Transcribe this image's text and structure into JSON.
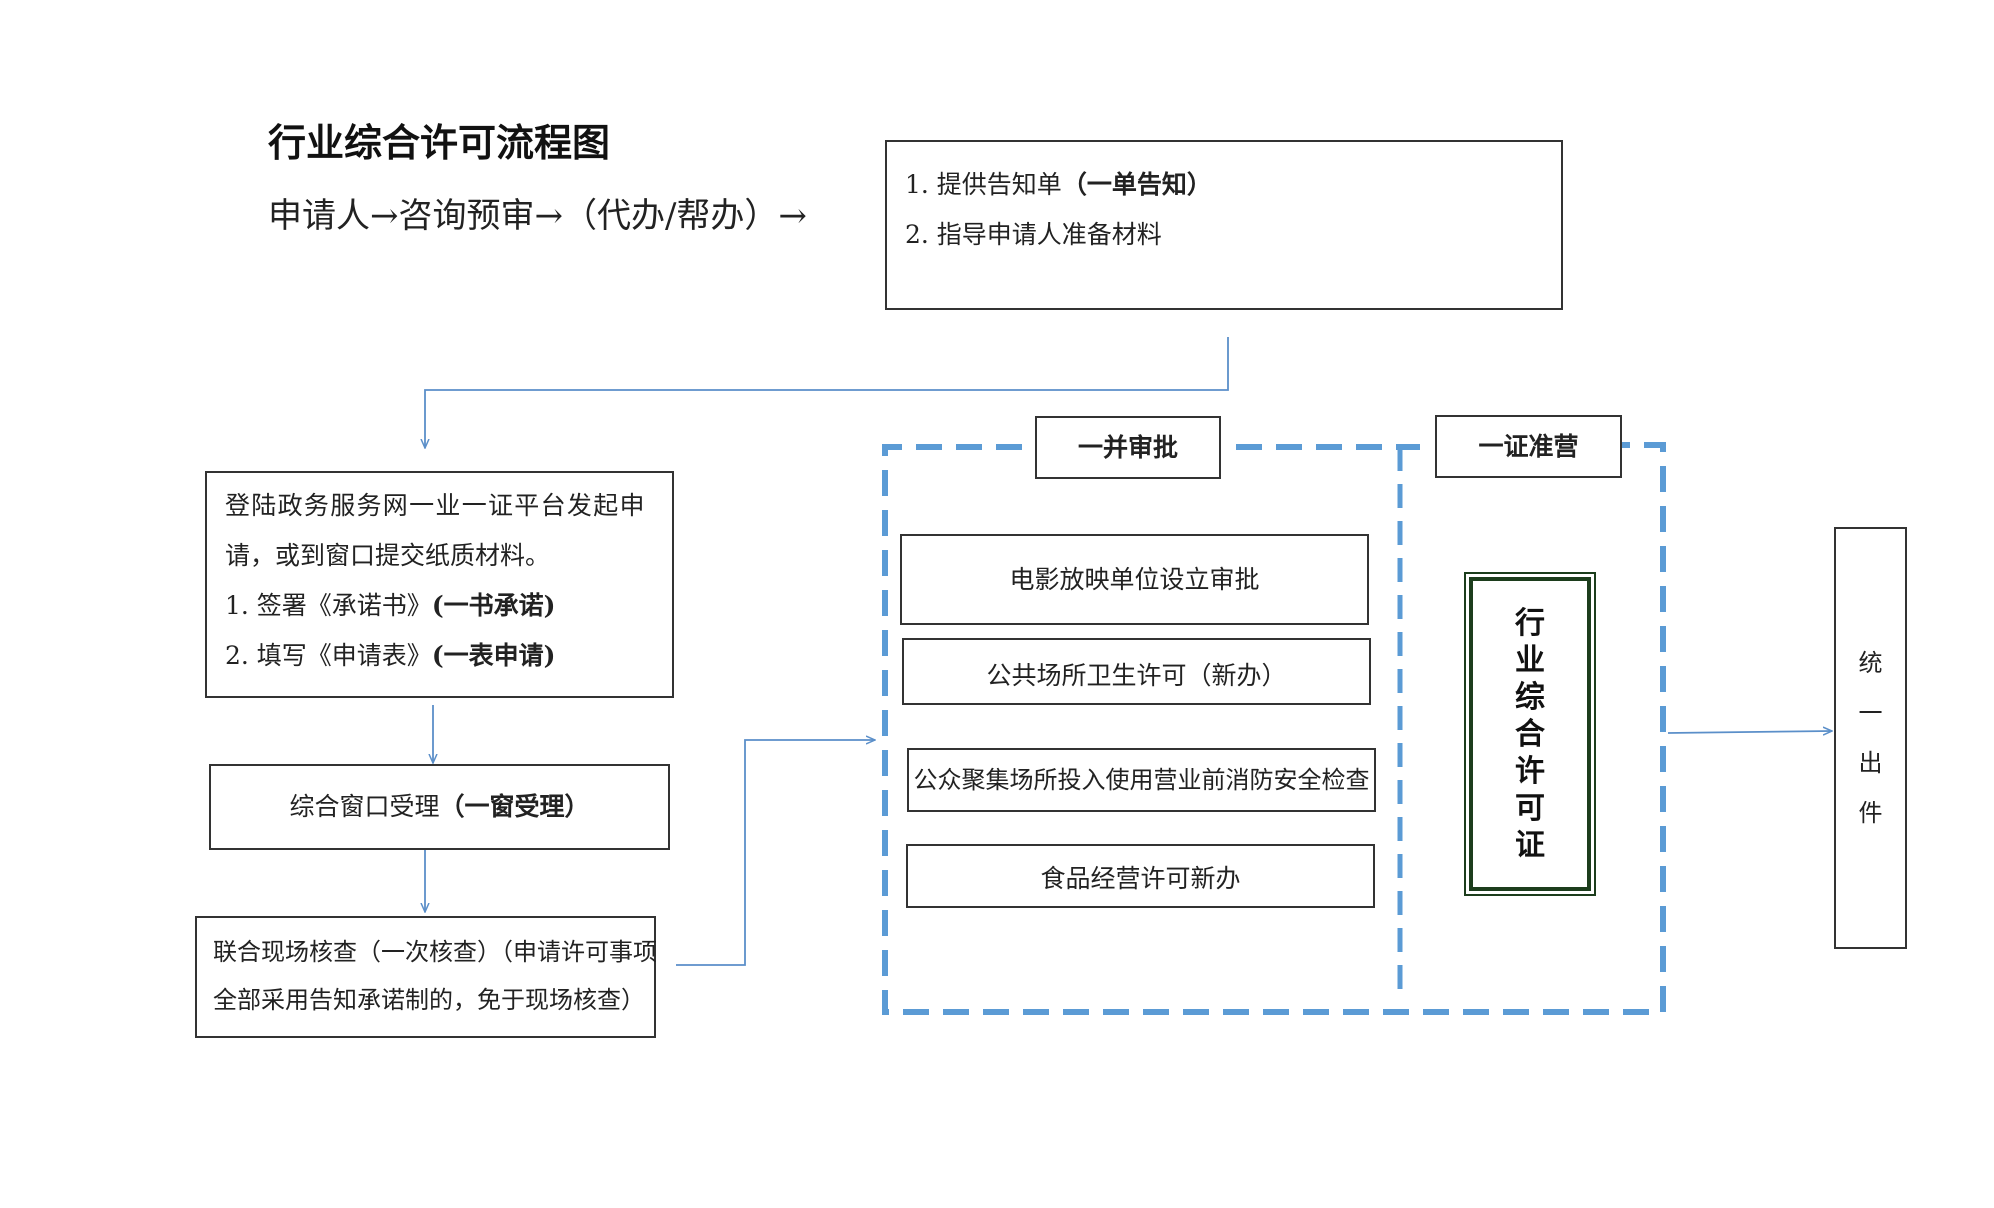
{
  "title": "行业综合许可流程图",
  "flow_line": "申请人→咨询预审→（代办/帮办）→",
  "notice_box": {
    "item1_text": "1.  提供告知单",
    "item1_bold": "（一单告知）",
    "item2_text": "2.  指导申请人准备材料"
  },
  "apply_box": {
    "line1": "登陆政务服务网一业一证平台发起申",
    "line2": "请，或到窗口提交纸质材料。",
    "item1_text": "1.  签署《承诺书》",
    "item1_bold": "(一书承诺)",
    "item2_text": "2.  填写《申请表》",
    "item2_bold": "(一表申请)"
  },
  "window_box": {
    "text": "综合窗口受理",
    "bold": "（一窗受理）"
  },
  "inspect_box": {
    "line1": "联合现场核查（一次核查）（申请许可事项",
    "line2": "全部采用告知承诺制的，免于现场核查）"
  },
  "approve_label": "一并审批",
  "license_label": "一证准营",
  "approvals": [
    "电影放映单位设立审批",
    "公共场所卫生许可（新办）",
    "公众聚集场所投入使用营业前消防安全检查",
    "食品经营许可新办"
  ],
  "license_chars": [
    "行",
    "业",
    "综",
    "合",
    "许",
    "可",
    "证"
  ],
  "output_chars": [
    "统",
    "一",
    "出",
    "件"
  ],
  "colors": {
    "arrow": "#5b8fc9",
    "dashed_border": "#5b9bd5",
    "license_border": "#1c3d1c"
  }
}
